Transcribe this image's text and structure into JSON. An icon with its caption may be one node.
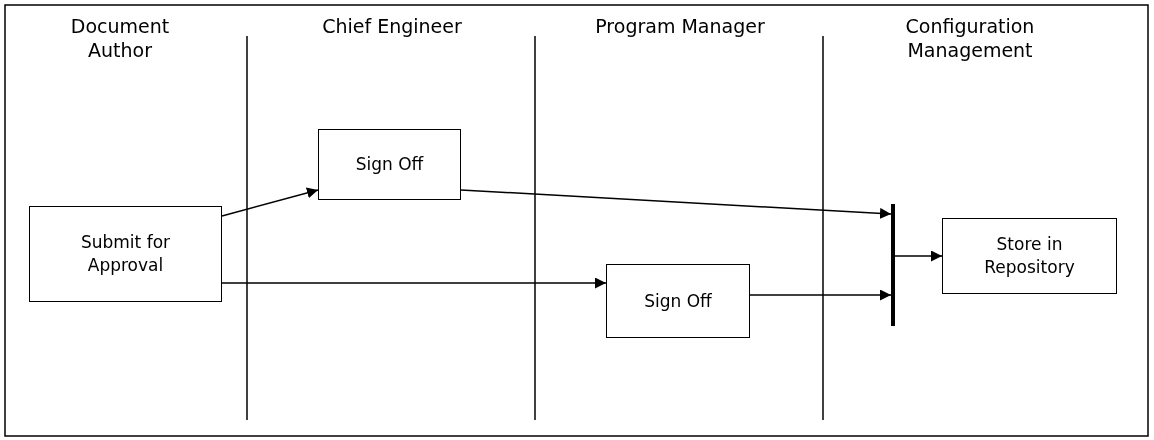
{
  "diagram": {
    "nodes": [
      {
        "text": [
          "Submit for Approval"
        ]
      },
      {
        "text": [
          "Sign Off"
        ]
      },
      {
        "text": [
          "Sign Off"
        ]
      },
      {
        "text": [],
        "shape": "bar"
      },
      {
        "text": [
          "Store in Repository"
        ]
      }
    ],
    "edges": [
      {
        "from": 0,
        "to": 1,
        "arrow": "to"
      },
      {
        "from": 0,
        "to": 2,
        "arrow": "to"
      },
      {
        "from": 1,
        "to": 3,
        "arrow": "to"
      },
      {
        "from": 2,
        "to": 3,
        "arrow": "to"
      },
      {
        "from": 3,
        "to": 4,
        "arrow": "to"
      }
    ],
    "labels": [
      "Document Author",
      "Chief Engineer",
      "Program Manager",
      "Configuration Management"
    ]
  }
}
